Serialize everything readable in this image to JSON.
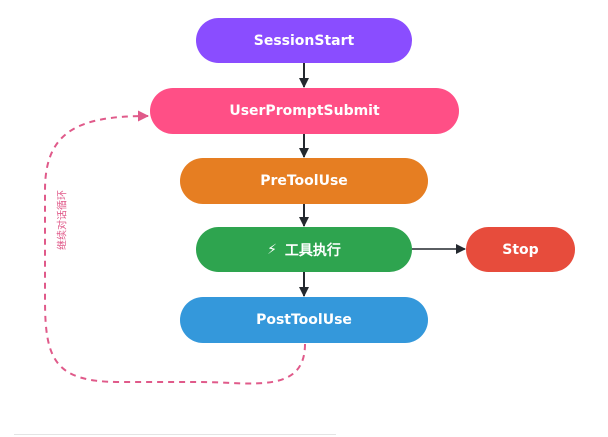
{
  "nodes": {
    "session_start": {
      "label": "SessionStart",
      "color": "#8a4dff"
    },
    "user_prompt_submit": {
      "label": "UserPromptSubmit",
      "color": "#ff4f86"
    },
    "pre_tool_use": {
      "label": "PreToolUse",
      "color": "#e67e22"
    },
    "tool_exec": {
      "label": "工具执行",
      "icon": "lightning-icon",
      "icon_glyph": "⚡",
      "color": "#2ea44f"
    },
    "post_tool_use": {
      "label": "PostToolUse",
      "color": "#3498db"
    },
    "stop": {
      "label": "Stop",
      "color": "#e74c3c"
    }
  },
  "loop": {
    "label": "继续对话循环",
    "color": "#e05a8a"
  },
  "colors": {
    "arrow": "#24292f",
    "divider": "#e4e4e4"
  }
}
